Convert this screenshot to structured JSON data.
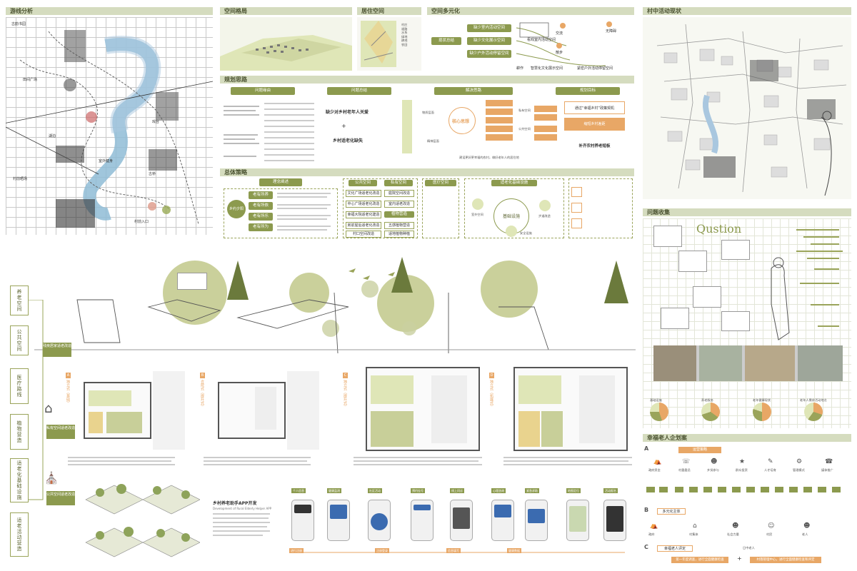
{
  "sections": {
    "tour": "游线分析",
    "space_pattern": "空间格局",
    "living_space": "居住空间",
    "space_diversity": "空间多元化",
    "village_status": "村中活动现状",
    "planning": "规划思路",
    "strategy": "总体策略",
    "issue": "问题收集",
    "happy_plan": "幸福老人企划案"
  },
  "tour_notes": {
    "n1": "古韵书园",
    "n2": "田间广场",
    "n3": "湖泊",
    "n4": "戏台",
    "n5": "村前晒场",
    "n6": "古桥",
    "n7": "村前入口",
    "n8": "室外健身"
  },
  "living_legend": [
    "村庄",
    "道路",
    "水系",
    "绿地",
    "耕地",
    "农田"
  ],
  "diversity": {
    "root": "现状总结",
    "items": [
      "缺少室内活动空间",
      "缺少文化展示空间",
      "缺少户外活动停留空间"
    ],
    "labels": [
      "交流",
      "散步",
      "无障碍",
      "看戏室内活动空间",
      "耕作",
      "智慧化文化展示空间",
      "紧密户外活动停留空间"
    ]
  },
  "planning": {
    "heads": [
      "问题缘由",
      "问题总结",
      "解决思路",
      "规划目标"
    ],
    "problems": [
      "缺少对乡村老年人关爱",
      "乡村适老化缺失"
    ],
    "core": "核心思想",
    "core_sub": [
      "物质层面",
      "精神层面"
    ],
    "solutions_top": [
      "私有空间",
      "公共空间"
    ],
    "targets": [
      "通过“幸福乡村”政策契机",
      "缩短乡村差距",
      "补齐农村养老短板"
    ],
    "bottom_note": "建设更好更幸福的农村，做好老年人的居住地"
  },
  "strategy": {
    "title": "理念阐述",
    "keywords": [
      "老有所养",
      "老有所依",
      "老有所乐",
      "老有所为"
    ],
    "badge": "乡约夕阳",
    "columns": [
      "公共空间",
      "私有空间",
      "医疗空间",
      "适老化基础设施"
    ],
    "public_items": [
      "文化广场适老化改造",
      "中心广场适老化改造",
      "幸福大院适老化建造",
      "房前屋后适老化改造",
      "村口空间改造"
    ],
    "private_items": [
      "庭院空间改造",
      "室内适老改造",
      "植物营造",
      "五感植物营造",
      "适地植物种植"
    ],
    "infra_center": "基础设施",
    "infra_nodes": [
      "室外空间",
      "步道改造",
      "安全设施"
    ]
  },
  "left_tabs": [
    "养老空间",
    "公共空间",
    "医疗路线",
    "植物营造",
    "适老化基础设施",
    "适老活动营造"
  ],
  "mid_tags": [
    "残疾居家适老改造",
    "私有空间适老改造",
    "公共空间适老改造"
  ],
  "houses": {
    "letters": [
      "A",
      "B",
      "C",
      "D"
    ],
    "titles": [
      "独立式（基础）",
      "合院式（提升式）",
      "独立式（提升式）",
      "独立式（拓展式）"
    ]
  },
  "app": {
    "title": "乡村养老助手APP开发",
    "subtitle": "Development of Rural Elderly Helper APP",
    "screens": [
      "个人信息",
      "健康监测",
      "社区活动",
      "预约挂号",
      "线上问诊",
      "心理咨询",
      "紧急求助",
      "地图定位",
      "活动报名"
    ],
    "flow": [
      "进行注册",
      "注册登录",
      "信息填写",
      "健康数据"
    ]
  },
  "issue": {
    "question_word": "Qustion",
    "pies": [
      "基础设施",
      "养老服务",
      "老年健康现状",
      "老年人需求活动地点"
    ]
  },
  "happy": {
    "a_label": "A",
    "a_title": "运营策略",
    "a_nodes": [
      "政府资金",
      "村委委员",
      "乡贤参与",
      "群众投资",
      "人才培育",
      "管理模式",
      "媒体推广"
    ],
    "b_label": "B",
    "b_title": "多元化主体",
    "b_nodes": [
      "政府",
      "村集体",
      "社会力量",
      "村民",
      "老人"
    ],
    "c_label": "C",
    "c_title": "幸福老人评定",
    "c_node": "日中老人",
    "c_boxes": [
      "第一年度调查，进行全面健康检查",
      "村落管理中心，进行全面健康检查和评定"
    ]
  },
  "colors": {
    "olive": "#8c9a4e",
    "orange": "#e8a766",
    "header": "#d5dcbf",
    "pale": "#dfe6b7",
    "blue": "#a9c7df"
  }
}
